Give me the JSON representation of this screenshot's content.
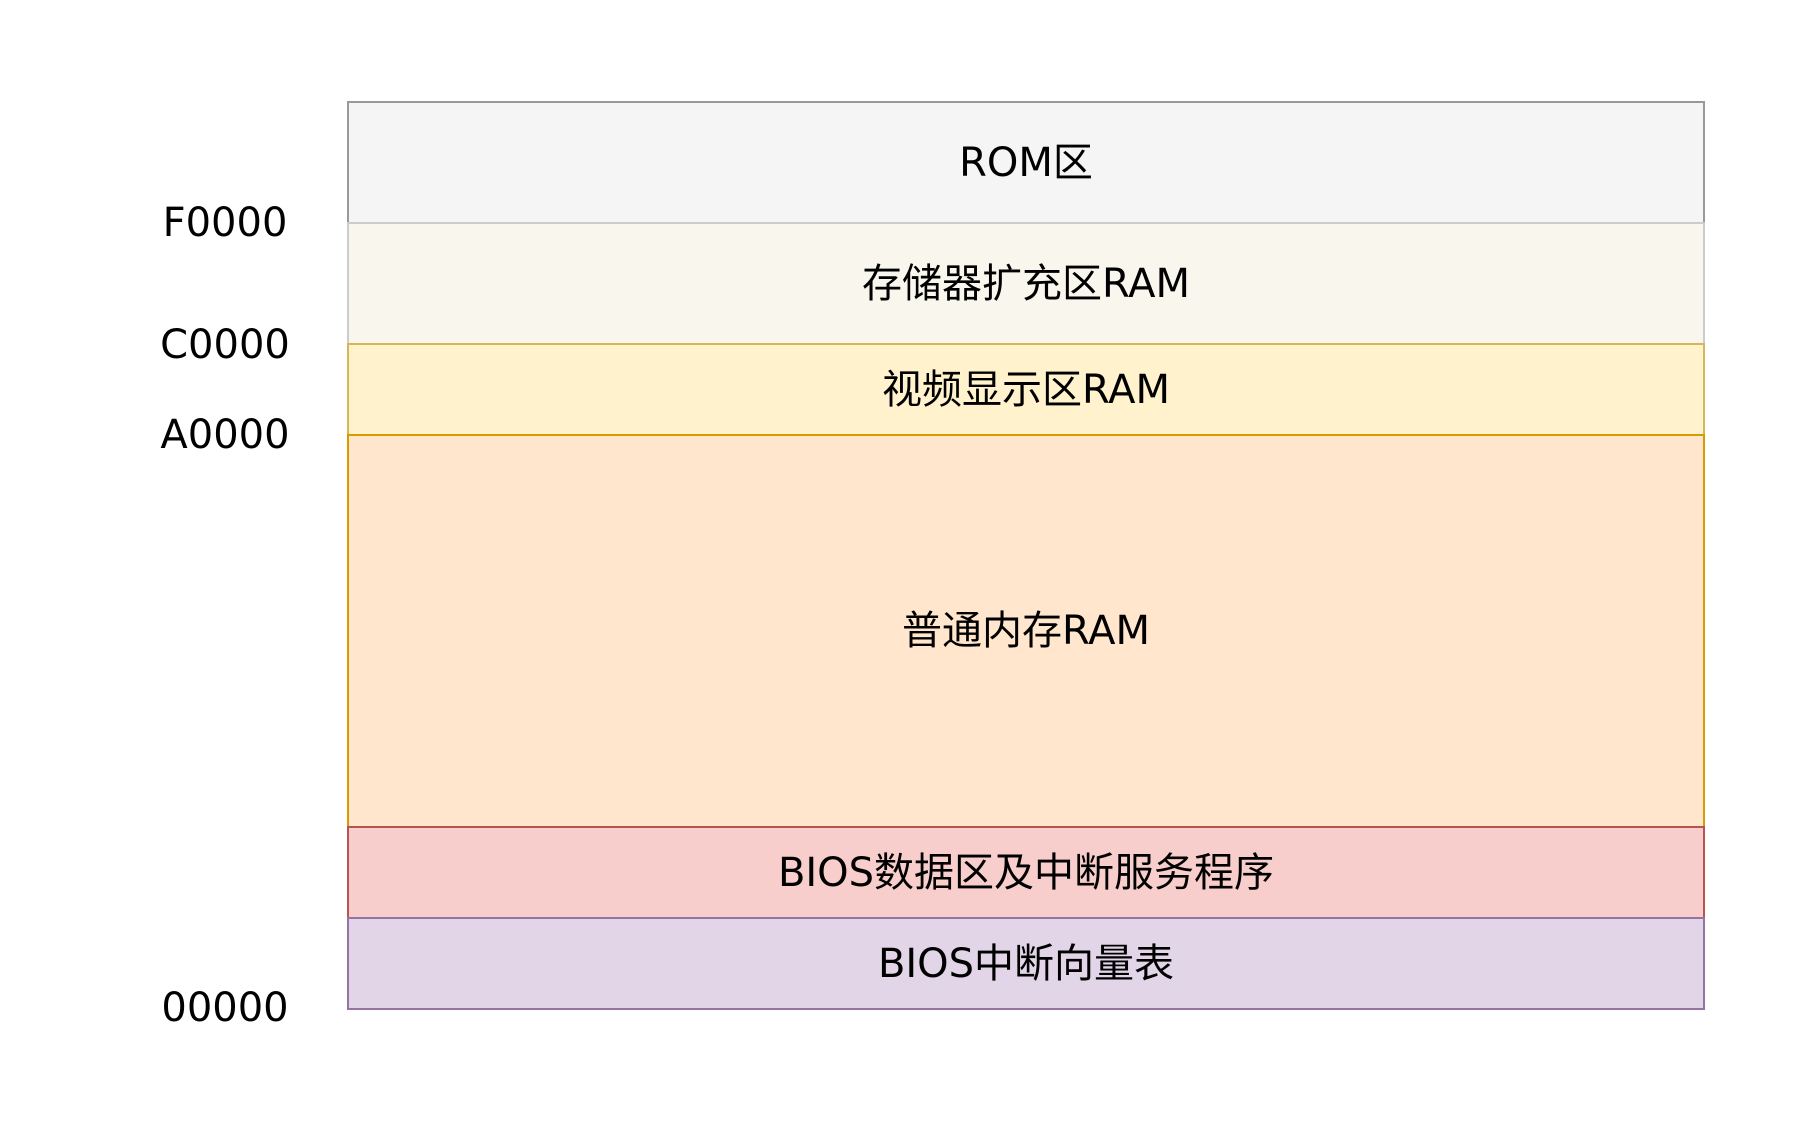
{
  "address_labels": {
    "f0000": "F0000",
    "c0000": "C0000",
    "a0000": "A0000",
    "zero": "00000"
  },
  "regions": [
    {
      "label": "ROM区",
      "fill": "#f5f5f5",
      "stroke": "#999999"
    },
    {
      "label": "存储器扩充区RAM",
      "fill": "#f9f7ed",
      "stroke": "#cccccc"
    },
    {
      "label": "视频显示区RAM",
      "fill": "#fff2cc",
      "stroke": "#d6b656"
    },
    {
      "label": "普通内存RAM",
      "fill": "#ffe6cc",
      "stroke": "#d79b00"
    },
    {
      "label": "BIOS数据区及中断服务程序",
      "fill": "#f8cecc",
      "stroke": "#b85450"
    },
    {
      "label": "BIOS中断向量表",
      "fill": "#e1d5e7",
      "stroke": "#9673a6"
    }
  ]
}
